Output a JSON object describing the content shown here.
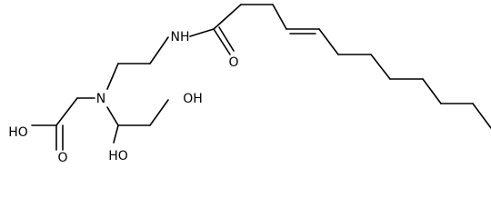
{
  "molecule": {
    "atoms": [
      {
        "id": "n-amine",
        "label": "N"
      },
      {
        "id": "n-amide",
        "label": "NH"
      },
      {
        "id": "o-carbonyl",
        "label": "O"
      },
      {
        "id": "o-acid-carbonyl",
        "label": "O"
      },
      {
        "id": "oh-acid",
        "label": "HO"
      },
      {
        "id": "oh-primary",
        "label": "OH"
      },
      {
        "id": "oh-secondary",
        "label": "HO"
      }
    ]
  }
}
